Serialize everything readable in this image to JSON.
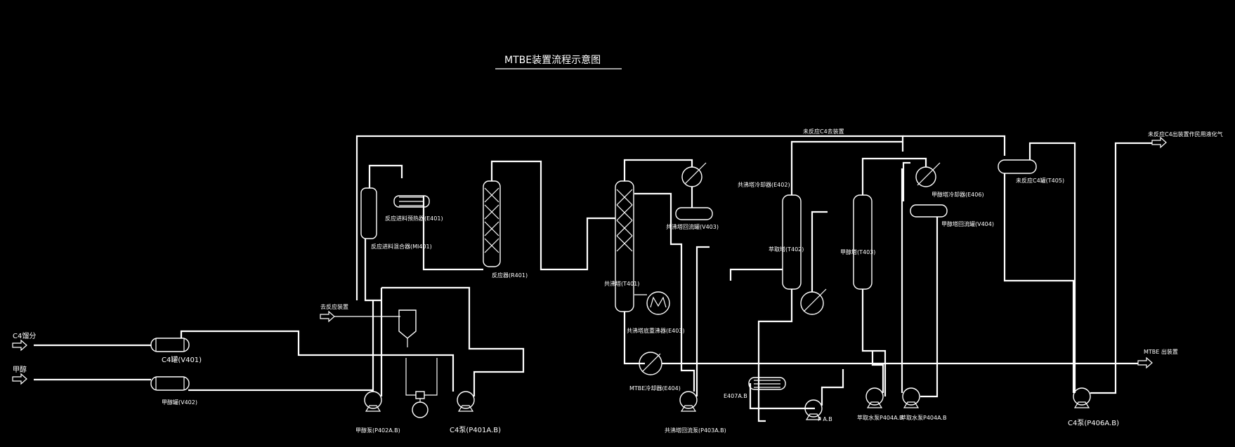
{
  "title": "MTBE装置流程示意图",
  "colors": {
    "background": "#000000",
    "line": "#ffffff"
  },
  "streams": {
    "c4_feed": "C4馏分",
    "methanol_feed": "甲醇",
    "to_unit": "去反应装置",
    "unreacted_c4_top": "未反应C4去装置",
    "unreacted_c4_out": "未反应C4出装置作民用液化气",
    "mtbe_out": "MTBE 出装置"
  },
  "equipment": {
    "v401": "C4罐(V401)",
    "v402": "甲醇罐(V402)",
    "mi401": "反应进料混合器(MI401)",
    "e401": "反应进料预热器(E401)",
    "r401": "反应器(R401)",
    "t401": "共沸塔(T401)",
    "e402_cond": "共沸塔回流罐(V403)",
    "e403": "共沸塔底重沸器(E403)",
    "e404": "MTBE冷却器(E404)",
    "t402_cooler": "共沸塔冷却器(E402)",
    "t402": "萃取塔(T402)",
    "t403": "甲醇塔(T403)",
    "e406": "甲醇塔冷却器(E406)",
    "v404": "甲醇塔回流罐(V404)",
    "t405": "未反应C4罐(T405)",
    "e407": "E407A.B",
    "p402": "甲醇泵(P402A.B)",
    "p401": "C4泵(P401A.B)",
    "p403": "共沸塔回流泵(P403A.B)",
    "p_ab": "P A.B",
    "p404a": "萃取水泵P404A.B",
    "p404b": "萃取水泵P404A.B",
    "p406": "C4泵(P406A.B)"
  }
}
